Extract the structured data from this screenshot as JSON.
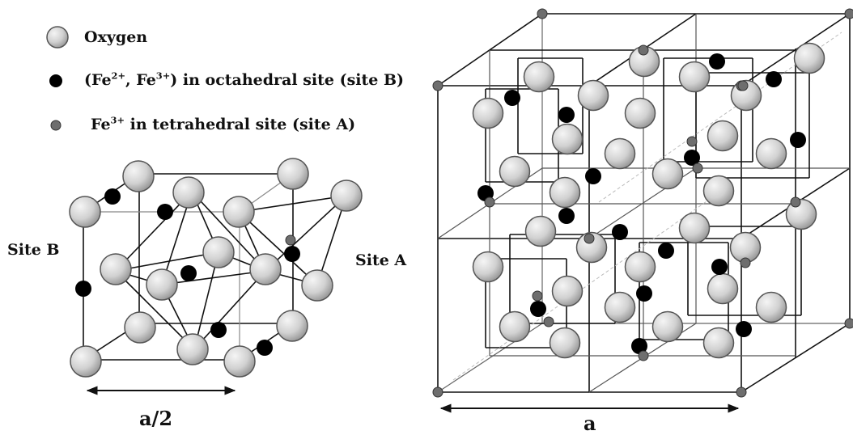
{
  "legend": {
    "oxygen": {
      "label": "Oxygen",
      "color": "#d3d3d3"
    },
    "site_b": {
      "label": "(Fe2+, Fe3+) in octahedral site (site B)",
      "parts": [
        "(Fe",
        "2+",
        ", Fe",
        "3+",
        ") in octahedral site (site B)"
      ],
      "color": "#000000"
    },
    "site_a": {
      "label": "Fe3+ in tetrahedral site (site A)",
      "parts": [
        "Fe",
        "3+",
        " in tetrahedral site (site A)"
      ],
      "color": "#6e6e6e"
    }
  },
  "labels": {
    "site_b": "Site B",
    "site_a": "Site A",
    "half_cell": "a/2",
    "full_cell": "a"
  },
  "colors": {
    "line": "#111111",
    "oxygen_fill": "#d3d3d3",
    "oxygen_stroke": "#555555"
  }
}
